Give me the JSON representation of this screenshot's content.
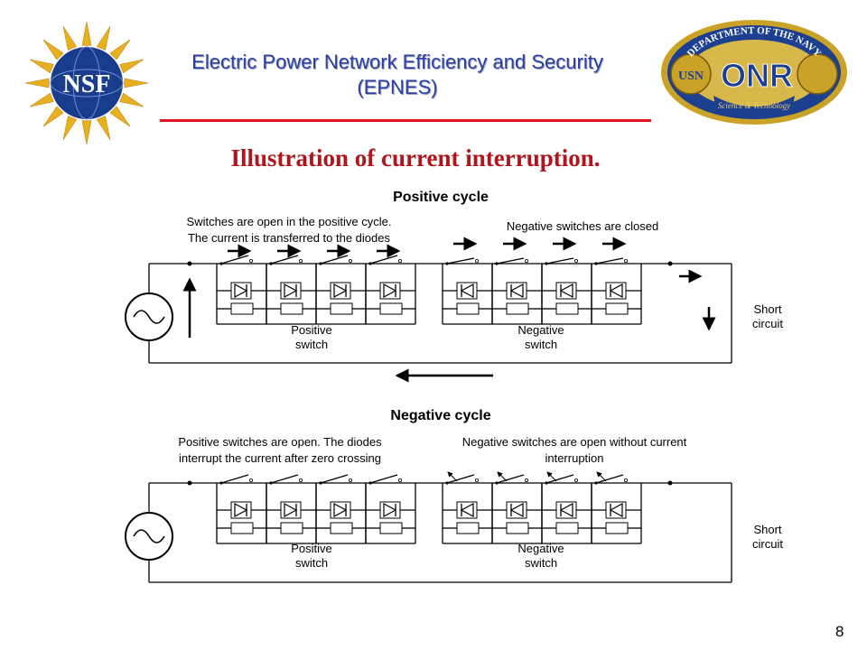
{
  "header": {
    "title_line1": "Electric Power Network Efficiency and Security",
    "title_line2": "(EPNES)",
    "subtitle": "Illustration of  current interruption."
  },
  "logos": {
    "nsf": {
      "text": "NSF"
    },
    "onr": {
      "arc_text": "DEPARTMENT OF THE NAVY",
      "initials": "ONR",
      "banner_text": "Science & Technology",
      "side_text": "USN"
    }
  },
  "positive_cycle": {
    "title": "Positive cycle",
    "note_left_line1": "Switches are open in the positive cycle.",
    "note_left_line2": "The current is transferred to the diodes",
    "note_right": "Negative switches are closed",
    "positive_switch_line1": "Positive",
    "positive_switch_line2": "switch",
    "negative_switch_line1": "Negative",
    "negative_switch_line2": "switch",
    "short_line1": "Short",
    "short_line2": "circuit"
  },
  "negative_cycle": {
    "title": "Negative cycle",
    "note_left_line1": "Positive switches are open. The diodes",
    "note_left_line2": "interrupt the current after zero crossing",
    "note_right_line1": "Negative switches are open without current",
    "note_right_line2": "interruption",
    "positive_switch_line1": "Positive",
    "positive_switch_line2": "switch",
    "negative_switch_line1": "Negative",
    "negative_switch_line2": "switch",
    "short_line1": "Short",
    "short_line2": "circuit"
  },
  "page_number": "8",
  "colors": {
    "title_blue": "#2c3fa8",
    "subtitle_red": "#b0141c",
    "rule_red": "#e0141c",
    "nsf_gold": "#e8b020",
    "nsf_globe": "#1a3c8c",
    "onr_blue": "#1c3f8f",
    "onr_gold": "#c9a227"
  }
}
